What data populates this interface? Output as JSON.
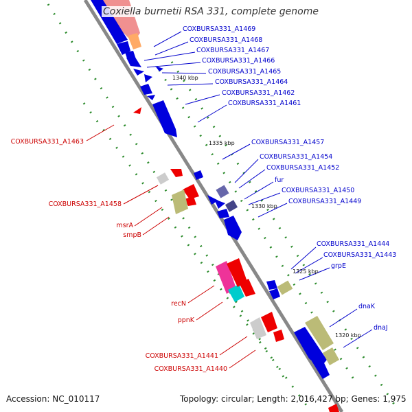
{
  "title": "Coxiella burnetii RSA 331, complete genome",
  "footer": {
    "accession": "Accession: NC_010117",
    "summary": "Topology: circular; Length: 2,016,427 bp; Genes: 1,975"
  },
  "scale": [
    "1340 kbp",
    "1335 kbp",
    "1330 kbp",
    "1325 kbp",
    "1320 kbp"
  ],
  "colors": {
    "forward_label": "#0000cc",
    "reverse_label": "#cc0000",
    "backbone": "#888888",
    "cds_forward": "#0000dd",
    "cds_reverse": "#ee0000"
  },
  "labels_forward": [
    "COXBURSA331_A1469",
    "COXBURSA331_A1468",
    "COXBURSA331_A1467",
    "COXBURSA331_A1466",
    "COXBURSA331_A1465",
    "COXBURSA331_A1464",
    "COXBURSA331_A1462",
    "COXBURSA331_A1461",
    "COXBURSA331_A1457",
    "COXBURSA331_A1454",
    "COXBURSA331_A1452",
    "fur",
    "COXBURSA331_A1450",
    "COXBURSA331_A1449",
    "COXBURSA331_A1444",
    "COXBURSA331_A1443",
    "grpE",
    "dnaK",
    "dnaJ"
  ],
  "labels_reverse": [
    "COXBURSA331_A1463",
    "COXBURSA331_A1458",
    "msrA",
    "smpB",
    "recN",
    "ppnK",
    "COXBURSA331_A1441",
    "COXBURSA331_A1440"
  ]
}
